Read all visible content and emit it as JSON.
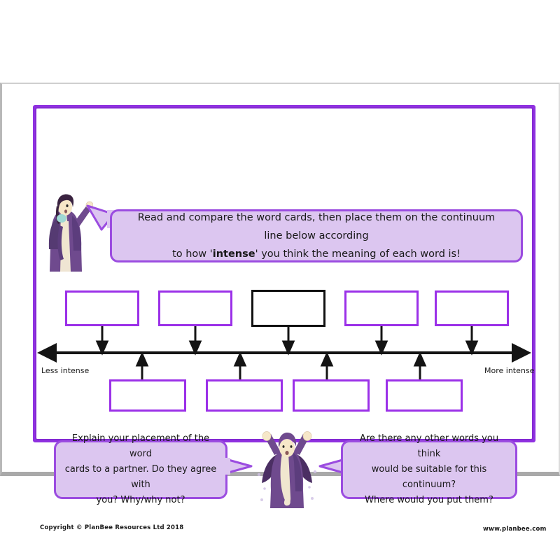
{
  "page": {
    "title": "Word continuum worksheet"
  },
  "top_instruction": {
    "line1": "Read and compare the word cards, then place them on the continuum line below according",
    "line2_pre": "to how '",
    "line2_keyword": "intense",
    "line2_post": "' you think the meaning of each word is!"
  },
  "continuum": {
    "left_label": "Less intense",
    "right_label": "More intense",
    "top_cards": [
      {
        "text": "",
        "border": "purple"
      },
      {
        "text": "",
        "border": "purple"
      },
      {
        "text": "",
        "border": "black"
      },
      {
        "text": "",
        "border": "purple"
      },
      {
        "text": "",
        "border": "purple"
      }
    ],
    "bottom_cards": [
      {
        "text": "",
        "border": "purple"
      },
      {
        "text": "",
        "border": "purple"
      },
      {
        "text": "",
        "border": "purple"
      },
      {
        "text": "",
        "border": "purple"
      }
    ]
  },
  "bottom_left_bubble": {
    "line1": "Explain your placement of the word",
    "line2": "cards to a partner. Do they agree with",
    "line3": "you? Why/why not?"
  },
  "bottom_right_bubble": {
    "line1": "Are there any other words you think",
    "line2": "would be suitable for this continuum?",
    "line3": "Where would you put them?"
  },
  "footer": {
    "copyright": "Copyright © PlanBee Resources Ltd 2018",
    "website": "www.planbee.com"
  },
  "colors": {
    "frame_purple": "#8f31e0",
    "card_purple": "#9b30e8",
    "card_black": "#111111",
    "bubble_fill": "#dcc6f0",
    "bubble_border": "#9b4ce0",
    "robe_purple": "#6f4a8e",
    "robe_dark": "#4b2f63",
    "skin": "#f6e7c8",
    "beard": "#f0e6cf"
  }
}
